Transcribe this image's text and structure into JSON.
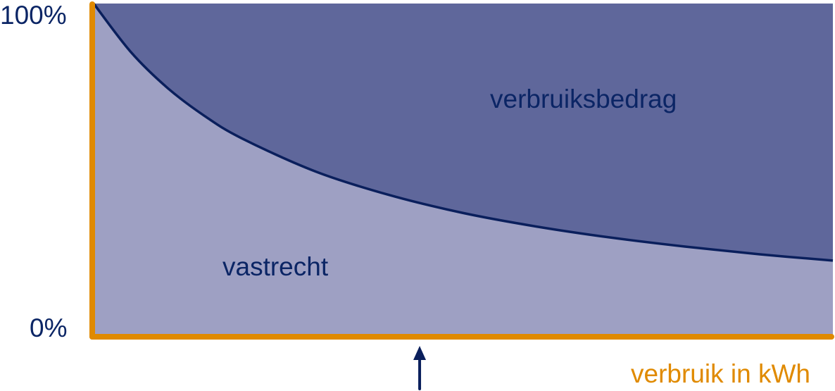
{
  "chart_data": {
    "type": "area",
    "title": "",
    "xlabel": "verbruik in kWh",
    "ylabel": "",
    "y_ticks": [
      "0%",
      "100%"
    ],
    "ylim": [
      0,
      100
    ],
    "xlim": [
      0,
      1
    ],
    "x": [
      0,
      0.05,
      0.1,
      0.15,
      0.2,
      0.3,
      0.4,
      0.5,
      0.6,
      0.7,
      0.8,
      0.9,
      1.0
    ],
    "series": [
      {
        "name": "vastrecht",
        "values": [
          100,
          85.5,
          74.6,
          66.2,
          59.5,
          49.5,
          42.4,
          37.0,
          32.9,
          29.6,
          26.9,
          24.6,
          22.7
        ]
      },
      {
        "name": "verbruiksbedrag",
        "values": [
          0,
          14.5,
          25.4,
          33.8,
          40.5,
          50.5,
          57.6,
          63.0,
          67.1,
          70.4,
          73.1,
          75.4,
          77.3
        ]
      }
    ],
    "annotations": [
      {
        "type": "arrow-up",
        "x": 0.441
      }
    ],
    "grid": false,
    "colors": {
      "vastrecht": "#9ea0c3",
      "verbruiksbedrag": "#5f679b",
      "curve": "#0a1f5c",
      "axis": "#e08a00",
      "text": "#0b2565"
    }
  }
}
